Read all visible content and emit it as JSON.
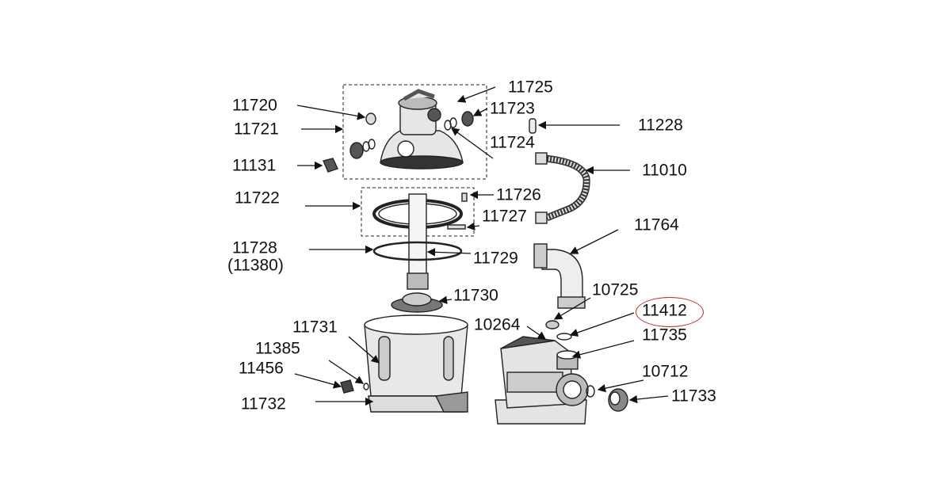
{
  "diagram": {
    "title": "",
    "highlight_color": "#c0282d",
    "labels": [
      {
        "id": "11725",
        "text": "11725"
      },
      {
        "id": "11720",
        "text": "11720"
      },
      {
        "id": "11723",
        "text": "11723"
      },
      {
        "id": "11721",
        "text": "11721"
      },
      {
        "id": "11228",
        "text": "11228"
      },
      {
        "id": "11724",
        "text": "11724"
      },
      {
        "id": "11131",
        "text": "11131"
      },
      {
        "id": "11010",
        "text": "11010"
      },
      {
        "id": "11722",
        "text": "11722"
      },
      {
        "id": "11726",
        "text": "11726"
      },
      {
        "id": "11727",
        "text": "11727"
      },
      {
        "id": "11764",
        "text": "11764"
      },
      {
        "id": "11728",
        "text": "11728"
      },
      {
        "id": "11380",
        "text": "(11380)"
      },
      {
        "id": "11729",
        "text": "11729"
      },
      {
        "id": "10725",
        "text": "10725"
      },
      {
        "id": "11730",
        "text": "11730"
      },
      {
        "id": "11412",
        "text": "11412",
        "highlighted": true
      },
      {
        "id": "10264",
        "text": "10264"
      },
      {
        "id": "11735",
        "text": "11735"
      },
      {
        "id": "11731",
        "text": "11731"
      },
      {
        "id": "11385",
        "text": "11385"
      },
      {
        "id": "10712",
        "text": "10712"
      },
      {
        "id": "11456",
        "text": "11456"
      },
      {
        "id": "11733",
        "text": "11733"
      },
      {
        "id": "11732",
        "text": "11732"
      }
    ]
  }
}
